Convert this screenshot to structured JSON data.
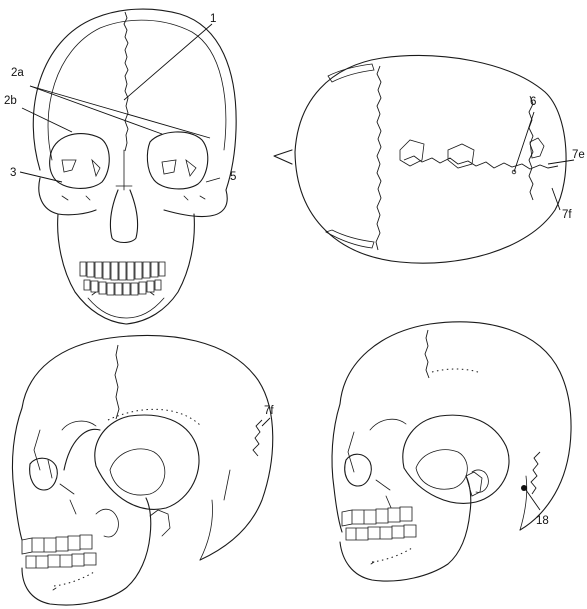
{
  "labels": {
    "l1": "1",
    "l2a": "2a",
    "l2b": "2b",
    "l3": "3",
    "l5": "5",
    "l6": "6",
    "l7e": "7e",
    "l7f_top": "7f",
    "l7f_left": "7f",
    "l18": "18"
  },
  "colors": {
    "ink": "#1a1a1a",
    "background": "#ffffff"
  }
}
